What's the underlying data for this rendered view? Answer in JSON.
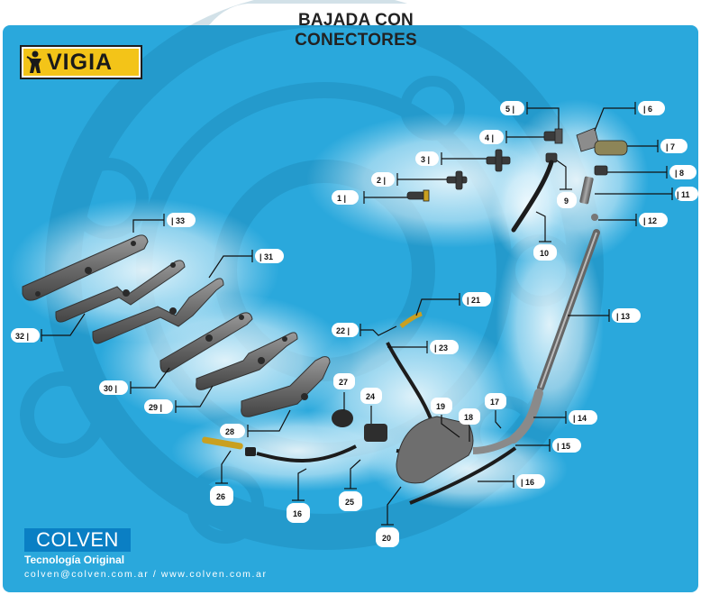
{
  "title": "BAJADA CON CONECTORES",
  "brand": {
    "logo_text": "VIGIA",
    "logo_icon": "vigia-figure-icon"
  },
  "footer": {
    "company": "COLVEN",
    "tagline": "Tecnología Original",
    "contact": "colven@colven.com.ar / www.colven.com.ar"
  },
  "colors": {
    "background": "#2aa8dc",
    "title_tab": "#ffffff",
    "logo_yellow": "#f3c418",
    "colven_blue": "#0a7fc4"
  },
  "callouts": [
    {
      "id": "1",
      "label": "1 |"
    },
    {
      "id": "2",
      "label": "2 |"
    },
    {
      "id": "3",
      "label": "3 |"
    },
    {
      "id": "4",
      "label": "4 |"
    },
    {
      "id": "5",
      "label": "5 |"
    },
    {
      "id": "6",
      "label": "| 6"
    },
    {
      "id": "7",
      "label": "| 7"
    },
    {
      "id": "8",
      "label": "| 8"
    },
    {
      "id": "9",
      "label": "9"
    },
    {
      "id": "10",
      "label": "10"
    },
    {
      "id": "11",
      "label": "| 11"
    },
    {
      "id": "12",
      "label": "| 12"
    },
    {
      "id": "13",
      "label": "| 13"
    },
    {
      "id": "14",
      "label": "| 14"
    },
    {
      "id": "15",
      "label": "| 15"
    },
    {
      "id": "16a",
      "label": "| 16"
    },
    {
      "id": "16b",
      "label": "16"
    },
    {
      "id": "17",
      "label": "17"
    },
    {
      "id": "18",
      "label": "18"
    },
    {
      "id": "19",
      "label": "19"
    },
    {
      "id": "20",
      "label": "20"
    },
    {
      "id": "21",
      "label": "| 21"
    },
    {
      "id": "22",
      "label": "22 |"
    },
    {
      "id": "23",
      "label": "| 23"
    },
    {
      "id": "24",
      "label": "24"
    },
    {
      "id": "25",
      "label": "25"
    },
    {
      "id": "26",
      "label": "26"
    },
    {
      "id": "27",
      "label": "27"
    },
    {
      "id": "28",
      "label": "28"
    },
    {
      "id": "29",
      "label": "29 |"
    },
    {
      "id": "30",
      "label": "30 |"
    },
    {
      "id": "31",
      "label": "| 31"
    },
    {
      "id": "32",
      "label": "32 |"
    },
    {
      "id": "33",
      "label": "| 33"
    }
  ]
}
